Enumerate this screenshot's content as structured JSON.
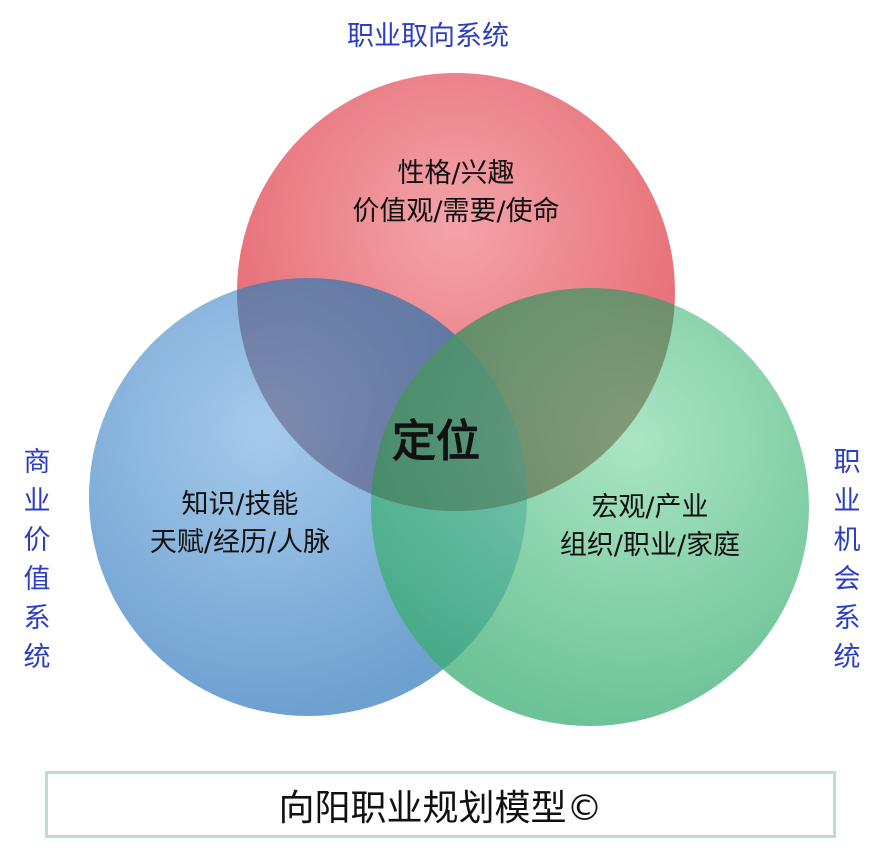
{
  "labels": {
    "top": "职业取向系统",
    "left": "商业价值系统",
    "right": "职业机会系统"
  },
  "circles": {
    "red": {
      "line1": "性格/兴趣",
      "line2": "价值观/需要/使命",
      "color": "#e8606a"
    },
    "blue": {
      "line1": "知识/技能",
      "line2": "天赋/经历/人脉",
      "color": "#5b98cf"
    },
    "green": {
      "line1": "宏观/产业",
      "line2": "组织/职业/家庭",
      "color": "#4fbf86"
    }
  },
  "center": "定位",
  "title": "向阳职业规划模型©"
}
